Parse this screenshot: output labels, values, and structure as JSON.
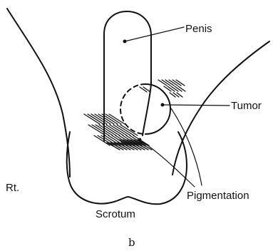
{
  "labels": {
    "penis": "Penis",
    "tumor": "Tumor",
    "side": "Rt.",
    "pigmentation": "Pigmentation",
    "scrotum": "Scrotum"
  },
  "caption": "b",
  "colors": {
    "ink": "#111111",
    "background": "#ffffff"
  }
}
